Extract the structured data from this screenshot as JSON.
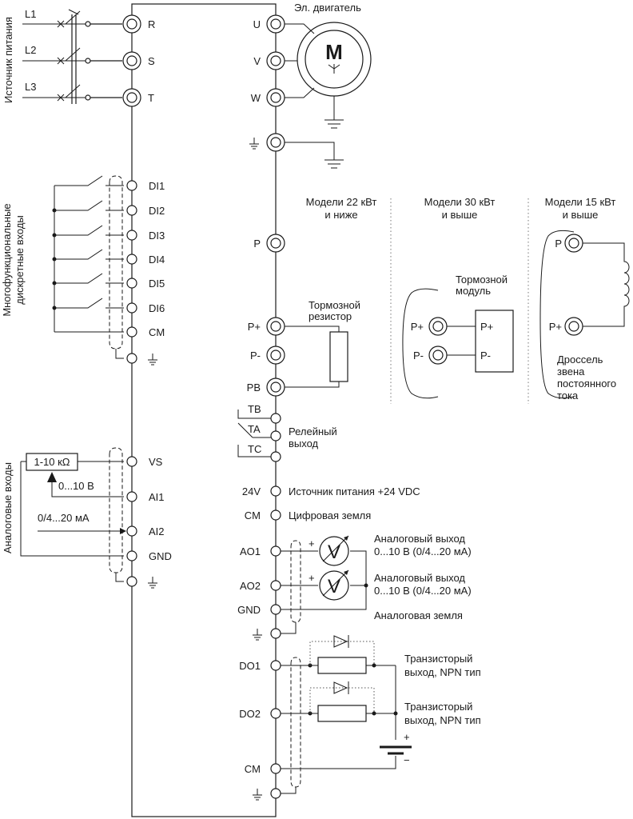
{
  "power_source": {
    "title": "Источник питания",
    "phases": [
      "L1",
      "L2",
      "L3"
    ]
  },
  "main_terminals": [
    "R",
    "S",
    "T"
  ],
  "motor": {
    "title": "Эл. двигатель",
    "symbol": "M",
    "terminals": [
      "U",
      "V",
      "W"
    ]
  },
  "digital_inputs": {
    "title_line1": "Многофункциональные",
    "title_line2": "дискретные входы",
    "terminals": [
      "DI1",
      "DI2",
      "DI3",
      "DI4",
      "DI5",
      "DI6",
      "CM"
    ]
  },
  "analog_inputs": {
    "title": "Аналоговые входы",
    "potentiometer": "1-10 кΩ",
    "voltage_range": "0...10 В",
    "current_range": "0/4...20 мА",
    "terminals": [
      "VS",
      "AI1",
      "AI2",
      "GND"
    ]
  },
  "dc_bus": {
    "p_terminal": "P",
    "pplus_terminal": "P+",
    "pminus_terminal": "P-",
    "pb_terminal": "PB"
  },
  "models": {
    "m22_line1": "Модели 22 кВт",
    "m22_line2": "и ниже",
    "m30_line1": "Модели 30 кВт",
    "m30_line2": "и выше",
    "m15_line1": "Модели 15 кВт",
    "m15_line2": "и выше"
  },
  "brake_resistor": {
    "line1": "Тормозной",
    "line2": "резистор"
  },
  "brake_module": {
    "line1": "Тормозной",
    "line2": "модуль",
    "pplus": "P+",
    "pminus": "P-"
  },
  "dc_choke": {
    "p": "P",
    "pplus": "P+",
    "line1": "Дроссель",
    "line2": "звена",
    "line3": "постоянного",
    "line4": "тока"
  },
  "relay": {
    "terminals": [
      "TB",
      "TA",
      "TC"
    ],
    "line1": "Релейный",
    "line2": "выход"
  },
  "supply_24v": {
    "terminal": "24V",
    "label": "Источник питания +24 VDC"
  },
  "digital_ground": {
    "terminal": "CM",
    "label": "Цифровая земля"
  },
  "analog_outputs": {
    "terminals": [
      "AO1",
      "AO2",
      "GND"
    ],
    "meter_symbol": "V",
    "plus": "+",
    "ao1_line1": "Аналоговый выход",
    "ao1_line2": "0...10 В (0/4...20 мА)",
    "ao2_line1": "Аналоговый выход",
    "ao2_line2": "0...10 В (0/4...20 мА)",
    "ground_label": "Аналоговая земля"
  },
  "transistor_outputs": {
    "terminals": [
      "DO1",
      "DO2",
      "CM"
    ],
    "do1_line1": "Транзисторый",
    "do1_line2": "выход, NPN тип",
    "do2_line1": "Транзисторый",
    "do2_line2": "выход, NPN тип",
    "plus": "+",
    "minus": "−"
  }
}
